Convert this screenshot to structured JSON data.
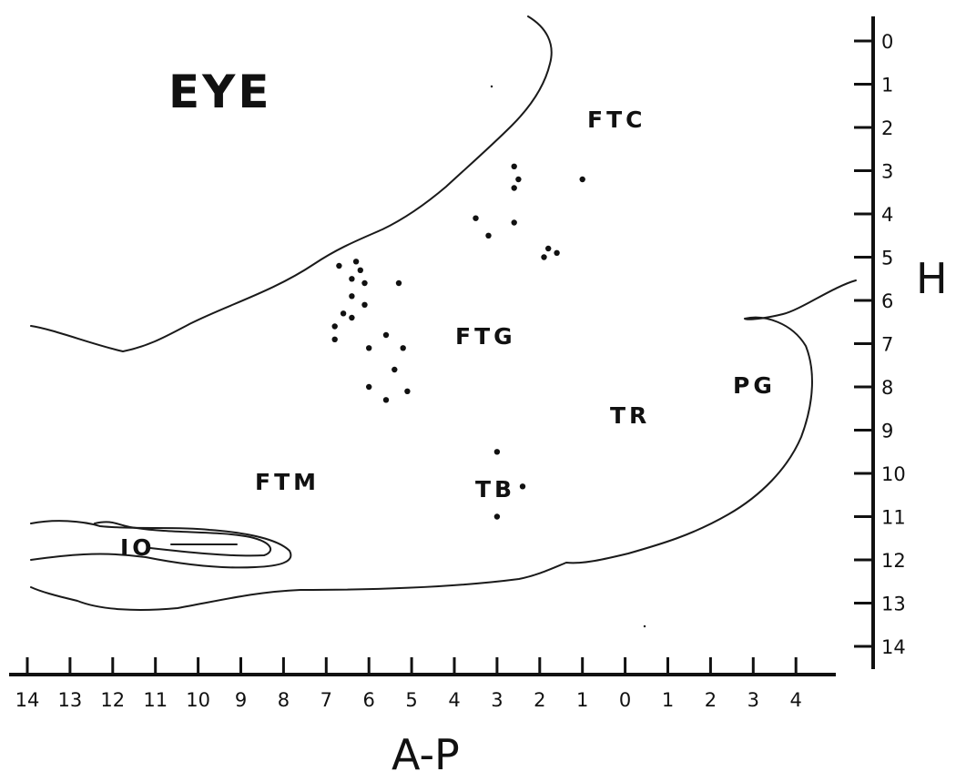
{
  "labels": {
    "eye": "EYE",
    "ftc": "FTC",
    "ftg": "FTG",
    "ftm": "FTM",
    "tr": "TR",
    "tb": "TB",
    "pg": "PG",
    "io": "IO"
  },
  "axes": {
    "x_name": "A-P",
    "y_name": "H",
    "x_ticks": [
      "14",
      "13",
      "12",
      "11",
      "10",
      "9",
      "8",
      "7",
      "6",
      "5",
      "4",
      "3",
      "2",
      "1",
      "0",
      "1",
      "2",
      "3",
      "4"
    ],
    "y_ticks": [
      "0",
      "1",
      "2",
      "3",
      "4",
      "5",
      "6",
      "7",
      "8",
      "9",
      "10",
      "11",
      "12",
      "13",
      "14"
    ]
  },
  "points": [
    {
      "ap": 2.6,
      "h": 2.9
    },
    {
      "ap": 2.5,
      "h": 3.2
    },
    {
      "ap": 2.6,
      "h": 3.4
    },
    {
      "ap": 1.0,
      "h": 3.2
    },
    {
      "ap": 3.5,
      "h": 4.1
    },
    {
      "ap": 3.2,
      "h": 4.5
    },
    {
      "ap": 2.6,
      "h": 4.2
    },
    {
      "ap": 1.8,
      "h": 4.8
    },
    {
      "ap": 1.6,
      "h": 4.9
    },
    {
      "ap": 1.9,
      "h": 5.0
    },
    {
      "ap": 6.7,
      "h": 5.2
    },
    {
      "ap": 6.3,
      "h": 5.1
    },
    {
      "ap": 6.2,
      "h": 5.3
    },
    {
      "ap": 6.4,
      "h": 5.5
    },
    {
      "ap": 6.1,
      "h": 5.6
    },
    {
      "ap": 5.3,
      "h": 5.6
    },
    {
      "ap": 6.4,
      "h": 5.9
    },
    {
      "ap": 6.1,
      "h": 6.1
    },
    {
      "ap": 6.6,
      "h": 6.3
    },
    {
      "ap": 6.4,
      "h": 6.4
    },
    {
      "ap": 6.8,
      "h": 6.6
    },
    {
      "ap": 5.6,
      "h": 6.8
    },
    {
      "ap": 6.8,
      "h": 6.9
    },
    {
      "ap": 6.0,
      "h": 7.1
    },
    {
      "ap": 5.2,
      "h": 7.1
    },
    {
      "ap": 5.4,
      "h": 7.6
    },
    {
      "ap": 6.0,
      "h": 8.0
    },
    {
      "ap": 5.6,
      "h": 8.3
    },
    {
      "ap": 5.1,
      "h": 8.1
    },
    {
      "ap": 3.0,
      "h": 9.5
    },
    {
      "ap": 2.4,
      "h": 10.3
    },
    {
      "ap": 3.0,
      "h": 11.0
    }
  ]
}
